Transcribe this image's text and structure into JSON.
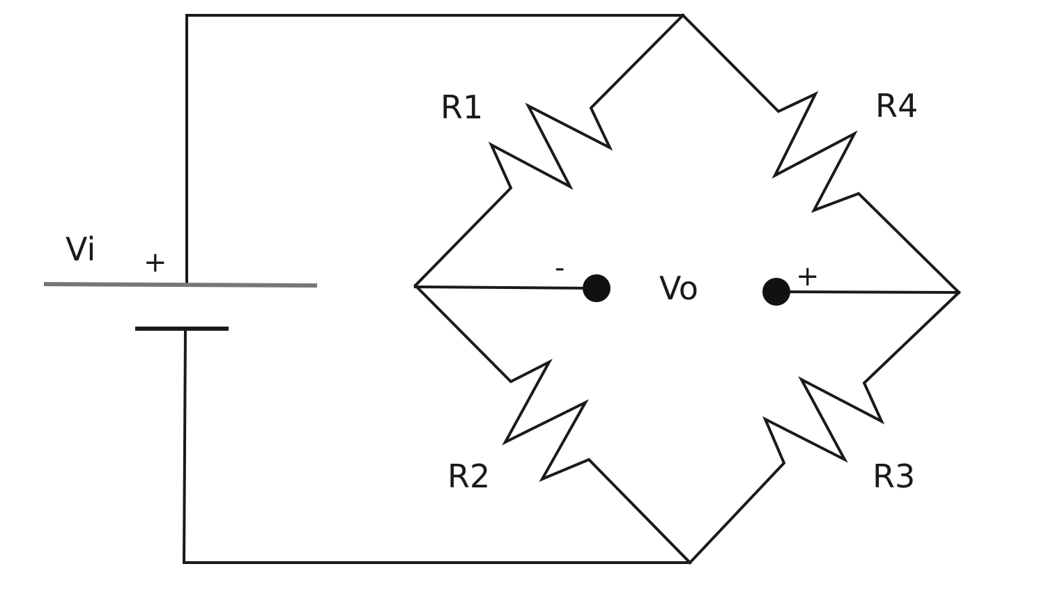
{
  "labels": {
    "r1": "R1",
    "r2": "R2",
    "r3": "R3",
    "r4": "R4",
    "vi": "Vi",
    "vo": "Vo",
    "vi_plus": "+",
    "vo_minus": "-",
    "vo_plus": "+"
  },
  "colors": {
    "wire": "#1a1a1a",
    "background": "#ffffff"
  }
}
